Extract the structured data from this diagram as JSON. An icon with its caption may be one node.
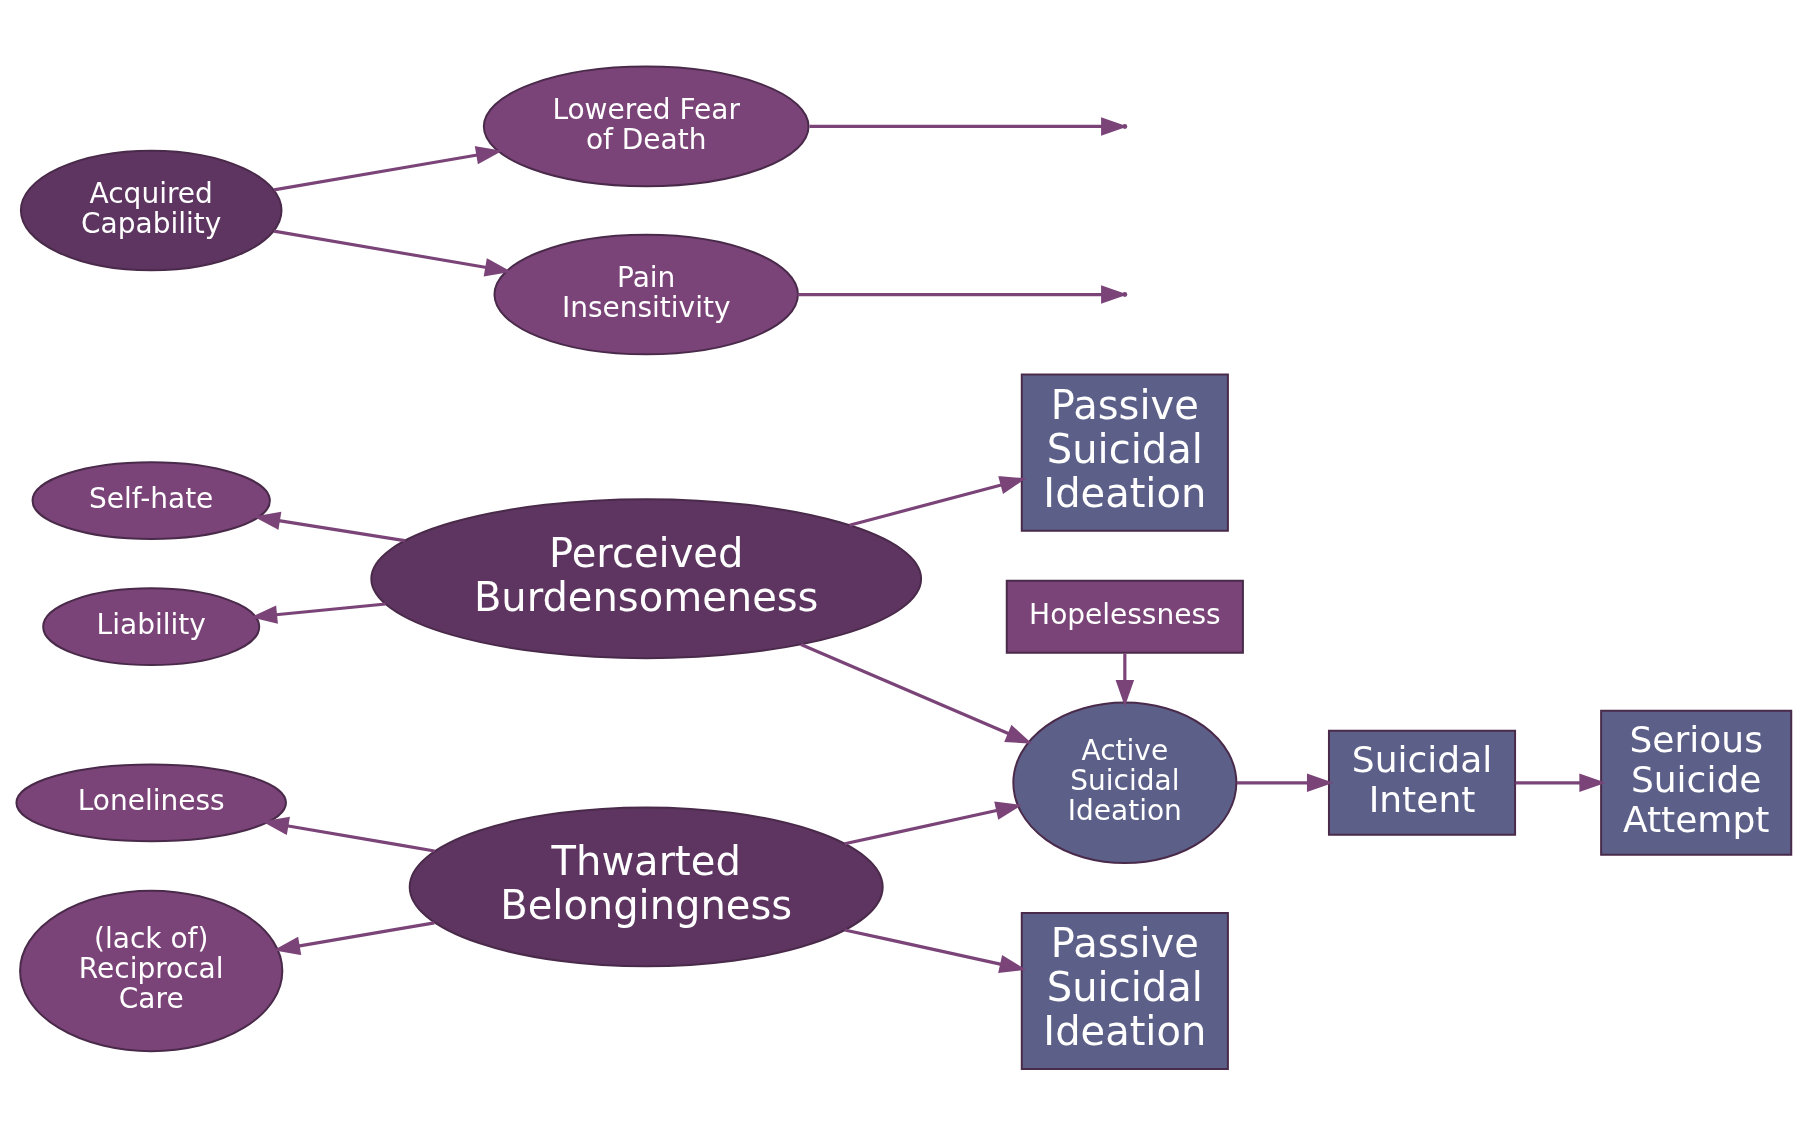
{
  "diagram": {
    "nodes": [
      {
        "text": [
          "Thwarted Belongingness"
        ]
      },
      {
        "text": [
          "Loneliness"
        ]
      },
      {
        "text": [
          "(lack of) Reciprocal Care"
        ]
      },
      {
        "text": [
          "Passive Suicidal Ideation"
        ]
      },
      {
        "text": [
          "Perceived Burdensomeness"
        ]
      },
      {
        "text": [
          "Self-hate"
        ]
      },
      {
        "text": [
          "Liability"
        ]
      },
      {
        "text": [
          "Passive Suicidal Ideation"
        ]
      },
      {
        "text": [
          "Active Suicidal Ideation"
        ]
      },
      {
        "text": [
          "Hopelessness"
        ]
      },
      {
        "text": [
          "Suicidal Intent"
        ]
      },
      {
        "text": [
          "Serious Suicide Attempt"
        ]
      },
      {
        "text": [
          "Lowered Fear of Death"
        ]
      },
      {
        "text": [
          "Pain Insensitivity"
        ]
      },
      {
        "text": [
          "Acquired Capability"
        ]
      }
    ],
    "edges": [
      {
        "from": 0,
        "to": 1,
        "arrow": "to"
      },
      {
        "from": 0,
        "to": 2,
        "arrow": "to"
      },
      {
        "from": 0,
        "to": 3,
        "arrow": "to"
      },
      {
        "from": 0,
        "to": 8,
        "arrow": "to"
      },
      {
        "from": 4,
        "to": 5,
        "arrow": "to"
      },
      {
        "from": 4,
        "to": 6,
        "arrow": "to"
      },
      {
        "from": 4,
        "to": 7,
        "arrow": "to"
      },
      {
        "from": 4,
        "to": 8,
        "arrow": "to"
      },
      {
        "from": 9,
        "to": 8,
        "arrow": "to"
      },
      {
        "from": 8,
        "to": 10,
        "arrow": "to"
      },
      {
        "from": 10,
        "to": 11,
        "arrow": "to"
      },
      {
        "from": 12,
        "to": null,
        "arrow": "to"
      },
      {
        "from": 13,
        "to": null,
        "arrow": "to"
      },
      {
        "from": 14,
        "to": 12,
        "arrow": "to"
      },
      {
        "from": 14,
        "to": 13,
        "arrow": "to"
      }
    ]
  }
}
